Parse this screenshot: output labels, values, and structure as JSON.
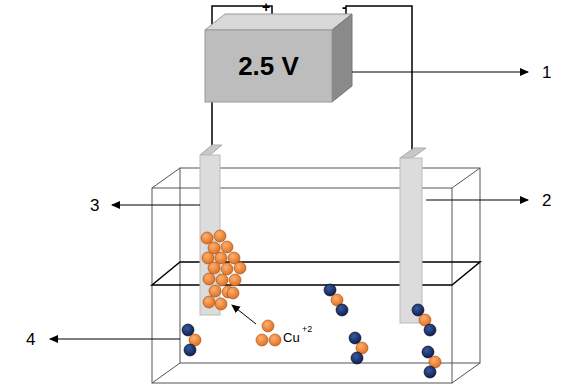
{
  "diagram": {
    "nodes": [
      {
        "text": [
          "2.5 V"
        ]
      }
    ],
    "labels": [
      "+",
      "-",
      "1",
      "2",
      "3",
      "4",
      "Cu",
      "+2"
    ]
  }
}
